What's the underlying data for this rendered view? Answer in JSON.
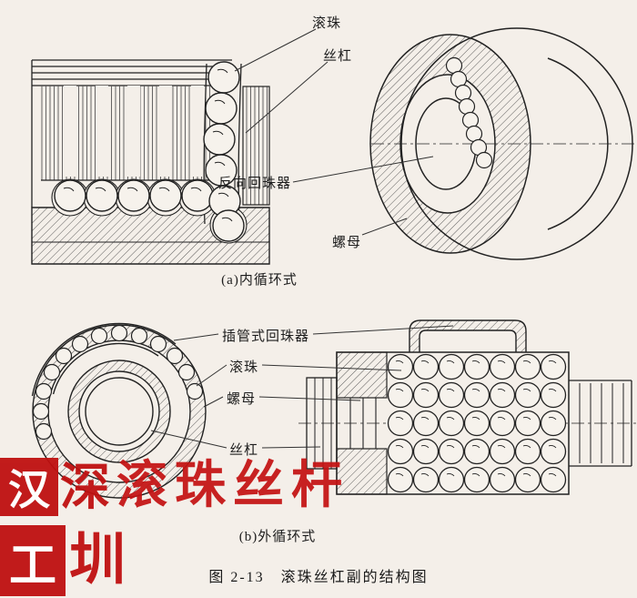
{
  "page": {
    "bg": "#f4efe9",
    "ink": "#222222"
  },
  "section_a": {
    "caption": "(a)内循环式",
    "label_ball": "滚珠",
    "label_screw": "丝杠",
    "label_return_device": "反向回珠器",
    "label_nut": "螺母"
  },
  "section_b": {
    "caption": "(b)外循环式",
    "label_tube_return": "插管式回珠器",
    "label_ball": "滚珠",
    "label_nut": "螺母",
    "label_screw": "丝杠"
  },
  "figure_caption": "图 2-13　滚珠丝杠副的结构图",
  "watermark": {
    "square1_char": "汉",
    "char2": "深",
    "big_text": "滚珠丝杆",
    "square2_char": "工",
    "char4": "圳",
    "red": "#c01010"
  }
}
